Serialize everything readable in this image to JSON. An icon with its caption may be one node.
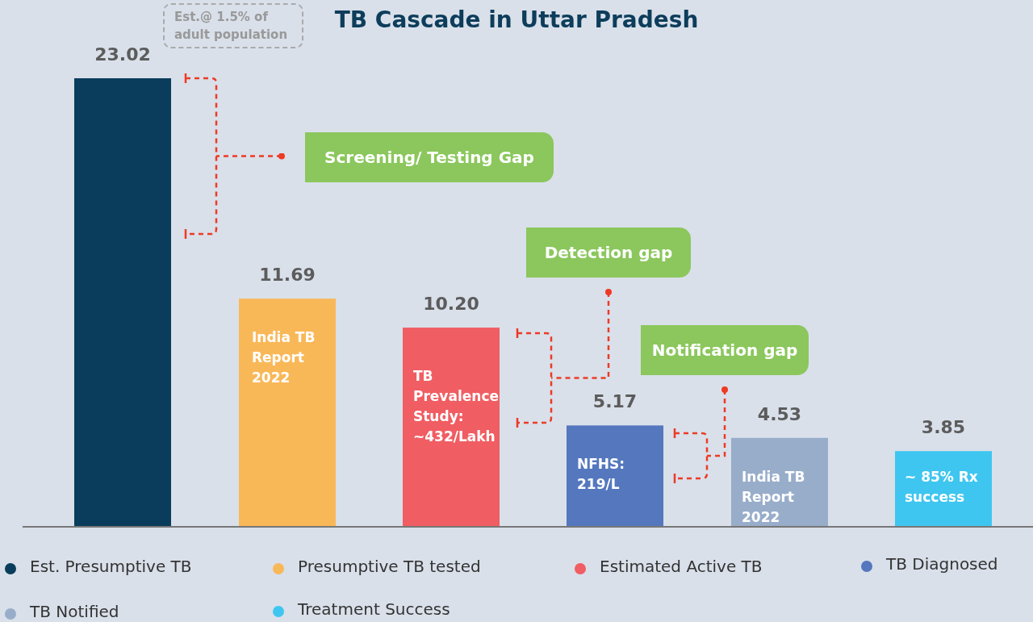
{
  "diagram": {
    "title": "TB Cascade in Uttar Pradesh",
    "nodes": [
      {
        "text": [
          "Est.@ 1.5% of adult population"
        ]
      },
      {
        "text": [
          "Screening/ Testing Gap"
        ]
      },
      {
        "text": [
          "Detection gap"
        ]
      },
      {
        "text": [
          "Notification gap"
        ]
      },
      {
        "text": [],
        "shape": "bracket"
      },
      {
        "text": [],
        "shape": "bracket"
      },
      {
        "text": [],
        "shape": "bracket"
      },
      {
        "text": [],
        "shape": "bar",
        "beside": [
          "23.02"
        ]
      },
      {
        "text": [
          "India TB Report 2022"
        ],
        "beside": [
          "11.69"
        ]
      },
      {
        "text": [
          "TB Prevalence Study: ~432/Lakh"
        ],
        "beside": [
          "10.20"
        ]
      },
      {
        "text": [
          "NFHS: 219/L"
        ],
        "beside": [
          "5.17"
        ]
      },
      {
        "text": [
          "India TB Report 2022"
        ],
        "beside": [
          "4.53"
        ]
      },
      {
        "text": [
          "~ 85% Rx success"
        ],
        "beside": [
          "3.85"
        ]
      }
    ],
    "edges": [
      {
        "from": 1,
        "to": 4,
        "arrow": "other",
        "style": "dashed"
      },
      {
        "from": 2,
        "to": 5,
        "arrow": "other",
        "style": "dashed"
      },
      {
        "from": 3,
        "to": 6,
        "arrow": "other",
        "style": "dashed"
      }
    ],
    "legend": [
      {
        "text": "Est. Presumptive TB",
        "color": "#093d5b"
      },
      {
        "text": "Presumptive TB tested",
        "color": "#f9b858"
      },
      {
        "text": "Estimated Active TB",
        "color": "#f05d62"
      },
      {
        "text": "TB Diagnosed",
        "color": "#5477be"
      },
      {
        "text": "TB Notified",
        "color": "#98adca"
      },
      {
        "text": "Treatment Success",
        "color": "#3ec6f0"
      }
    ]
  }
}
